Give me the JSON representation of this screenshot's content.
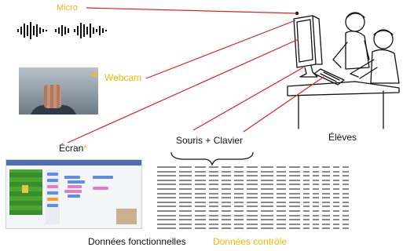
{
  "labels": {
    "micro": "Micro",
    "webcam": "Webcam",
    "ecran": "Écran",
    "ecran_star": "*",
    "souris_clavier": "Souris  + Clavier",
    "eleves": "Élèves",
    "donnees_fonctionnelles": "Données fonctionnelles",
    "donnees_controle": "Données contrôle"
  },
  "colors": {
    "accent_orange": "#f2b705",
    "arrow_red": "#e0201f",
    "text": "#111111"
  }
}
